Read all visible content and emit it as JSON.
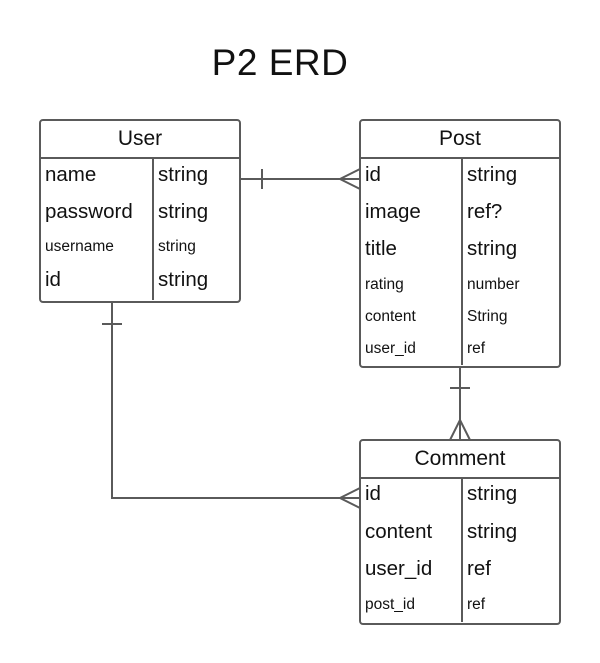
{
  "title": "P2 ERD",
  "entities": {
    "user": {
      "name": "User",
      "fields": [
        {
          "name": "name",
          "type": "string"
        },
        {
          "name": "password",
          "type": "string"
        },
        {
          "name": "username",
          "type": "string"
        },
        {
          "name": "id",
          "type": "string"
        }
      ]
    },
    "post": {
      "name": "Post",
      "fields": [
        {
          "name": "id",
          "type": "string"
        },
        {
          "name": "image",
          "type": "ref?"
        },
        {
          "name": "title",
          "type": "string"
        },
        {
          "name": "rating",
          "type": "number"
        },
        {
          "name": "content",
          "type": "String"
        },
        {
          "name": "user_id",
          "type": "ref"
        }
      ]
    },
    "comment": {
      "name": "Comment",
      "fields": [
        {
          "name": "id",
          "type": "string"
        },
        {
          "name": "content",
          "type": "string"
        },
        {
          "name": "user_id",
          "type": "ref"
        },
        {
          "name": "post_id",
          "type": "ref"
        }
      ]
    }
  },
  "relationships": [
    {
      "from": "User",
      "to": "Post",
      "from_cardinality": "one",
      "to_cardinality": "many"
    },
    {
      "from": "Post",
      "to": "Comment",
      "from_cardinality": "one",
      "to_cardinality": "many"
    },
    {
      "from": "User",
      "to": "Comment",
      "from_cardinality": "one",
      "to_cardinality": "many"
    }
  ],
  "colors": {
    "line": "#5a5a5a",
    "text": "#111111",
    "background": "#ffffff"
  }
}
